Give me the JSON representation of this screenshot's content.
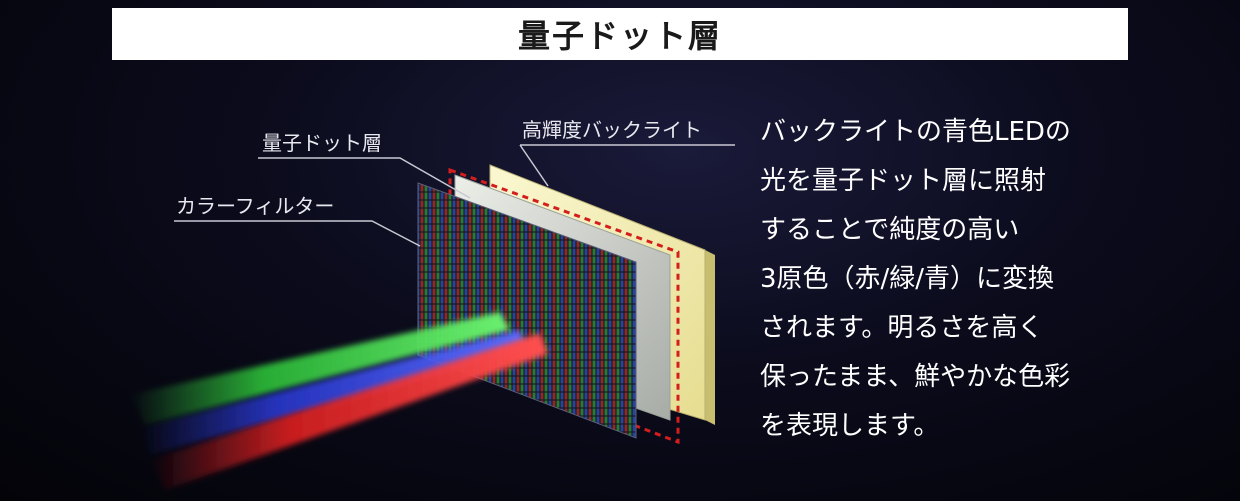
{
  "title": "量子ドット層",
  "labels": {
    "backlight": "高輝度バックライト",
    "quantum_dot": "量子ドット層",
    "color_filter": "カラーフィルター"
  },
  "description_lines": [
    "バックライトの青色LEDの",
    "光を量子ドット層に照射",
    "することで純度の高い",
    "3原色（赤/緑/青）に変換",
    "されます。明るさを高く",
    "保ったまま、鮮やかな色彩",
    "を表現します。"
  ],
  "colors": {
    "backlight": "#f4f0b8",
    "quantum_dot_layer": "#d8dcd8",
    "dashed_outline": "#d41e1e",
    "beam_green": "#2ec83a",
    "beam_blue": "#2a3ad8",
    "beam_red": "#e82020"
  }
}
